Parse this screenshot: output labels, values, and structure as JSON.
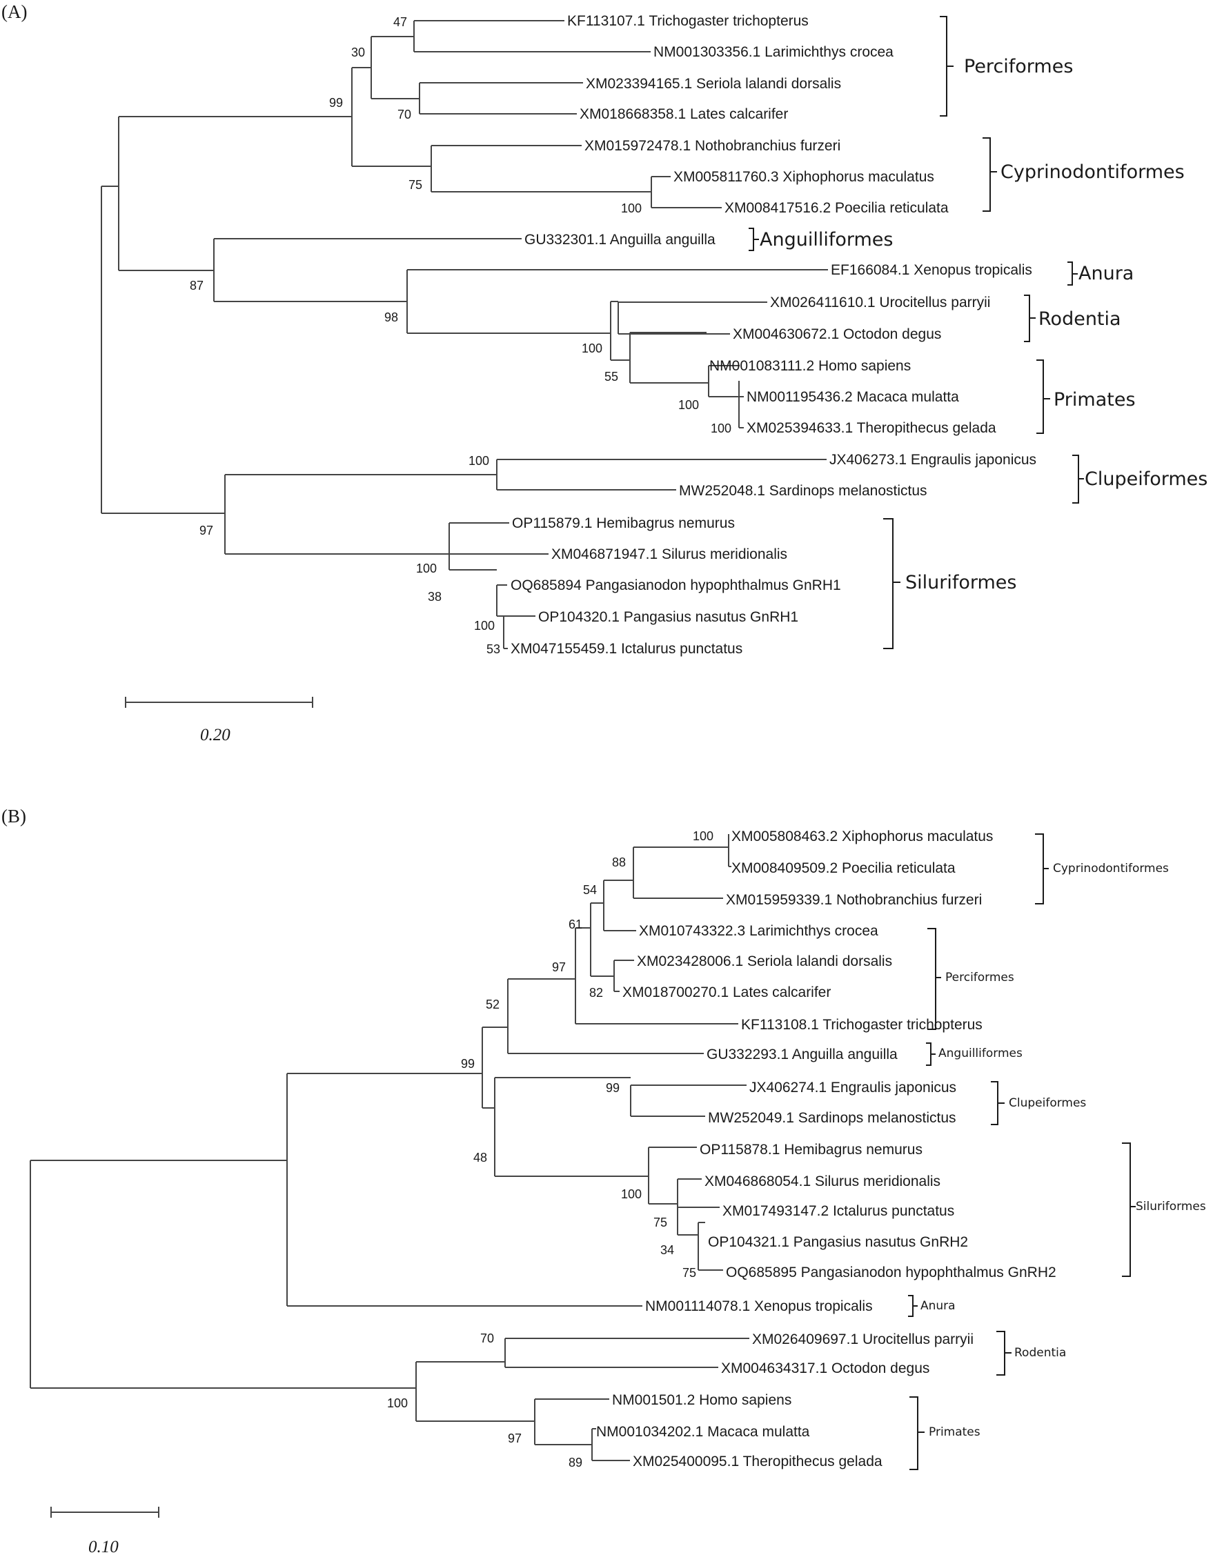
{
  "panel_a": {
    "label": "(A)",
    "scale_bar": "0.20",
    "leaves": [
      "KF113107.1 Trichogaster trichopterus",
      "NM001303356.1 Larimichthys crocea",
      "XM023394165.1 Seriola lalandi dorsalis",
      "XM018668358.1 Lates calcarifer",
      "XM015972478.1 Nothobranchius furzeri",
      "XM005811760.3 Xiphophorus maculatus",
      "XM008417516.2 Poecilia reticulata",
      "GU332301.1 Anguilla anguilla",
      "EF166084.1 Xenopus tropicalis",
      "XM026411610.1 Urocitellus parryii",
      "XM004630672.1 Octodon degus",
      "NM001083111.2 Homo sapiens",
      "NM001195436.2 Macaca mulatta",
      "XM025394633.1 Theropithecus gelada",
      "JX406273.1 Engraulis japonicus",
      "MW252048.1 Sardinops melanostictus",
      "OP115879.1 Hemibagrus nemurus",
      "XM046871947.1 Silurus meridionalis",
      "OQ685894 Pangasianodon hypophthalmus GnRH1",
      "OP104320.1 Pangasius nasutus GnRH1",
      "XM047155459.1 Ictalurus punctatus"
    ],
    "bootstraps": [
      "47",
      "30",
      "99",
      "70",
      "75",
      "100",
      "87",
      "98",
      "100",
      "55",
      "100",
      "100",
      "100",
      "97",
      "100",
      "38",
      "100",
      "53"
    ],
    "groups": [
      "Perciformes",
      "Cyprinodontiformes",
      "Anguilliformes",
      "Anura",
      "Rodentia",
      "Primates",
      "Clupeiformes",
      "Siluriformes"
    ]
  },
  "panel_b": {
    "label": "(B)",
    "scale_bar": "0.10",
    "leaves": [
      "XM005808463.2 Xiphophorus maculatus",
      "XM008409509.2 Poecilia reticulata",
      "XM015959339.1 Nothobranchius furzeri",
      "XM010743322.3 Larimichthys crocea",
      "XM023428006.1 Seriola lalandi dorsalis",
      "XM018700270.1 Lates calcarifer",
      "KF113108.1 Trichogaster trichopterus",
      "GU332293.1 Anguilla anguilla",
      "JX406274.1 Engraulis japonicus",
      "MW252049.1 Sardinops melanostictus",
      "OP115878.1 Hemibagrus nemurus",
      "XM046868054.1 Silurus meridionalis",
      "XM017493147.2 Ictalurus punctatus",
      "OP104321.1 Pangasius nasutus GnRH2",
      "OQ685895 Pangasianodon hypophthalmus GnRH2",
      "NM001114078.1 Xenopus tropicalis",
      "XM026409697.1 Urocitellus parryii",
      "XM004634317.1 Octodon degus",
      "NM001501.2 Homo sapiens",
      "NM001034202.1 Macaca mulatta",
      "XM025400095.1 Theropithecus gelada"
    ],
    "bootstraps": [
      "100",
      "88",
      "54",
      "61",
      "97",
      "82",
      "52",
      "99",
      "99",
      "48",
      "100",
      "75",
      "34",
      "75",
      "70",
      "100",
      "97",
      "89"
    ],
    "groups": [
      "Cyprinodontiformes",
      "Perciformes",
      "Anguilliformes",
      "Clupeiformes",
      "Siluriformes",
      "Anura",
      "Rodentia",
      "Primates"
    ]
  }
}
